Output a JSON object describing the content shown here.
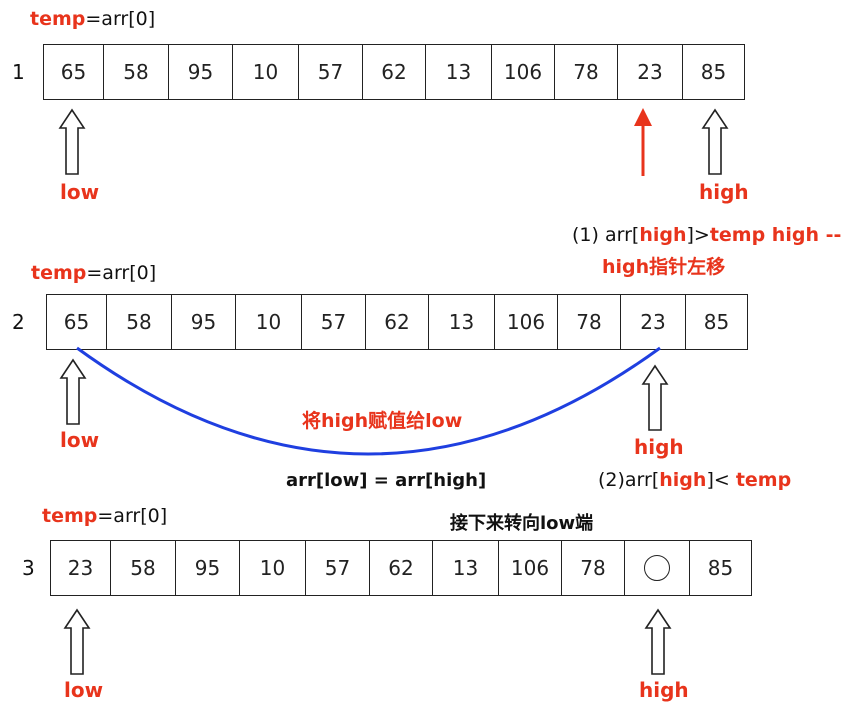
{
  "temp_label": "temp",
  "temp_assign": "=arr[0]",
  "steps": [
    {
      "index": "1",
      "cells": [
        "65",
        "58",
        "95",
        "10",
        "57",
        "62",
        "13",
        "106",
        "78",
        "23",
        "85"
      ],
      "low_label": "low",
      "high_label": "high"
    },
    {
      "index": "2",
      "cells": [
        "65",
        "58",
        "95",
        "10",
        "57",
        "62",
        "13",
        "106",
        "78",
        "23",
        "85"
      ],
      "low_label": "low",
      "high_label": "high"
    },
    {
      "index": "3",
      "cells": [
        "23",
        "58",
        "95",
        "10",
        "57",
        "62",
        "13",
        "106",
        "78",
        "",
        "85"
      ],
      "low_label": "low",
      "high_label": "high"
    }
  ],
  "note1": {
    "prefix": "(1) arr[",
    "high": "high",
    "mid": "]>",
    "rest": "temp high --",
    "line2": "high指针左移"
  },
  "assign_label": "将high赋值给low",
  "assign_expr": "arr[low] = arr[high]",
  "note2": {
    "prefix": "(2)arr[",
    "high": "high",
    "mid": "]<",
    "temp": "temp"
  },
  "next_label": "接下来转向low端",
  "colors": {
    "red": "#e8341c",
    "blue": "#1f3fe0",
    "text": "#111111",
    "border": "#222222"
  }
}
